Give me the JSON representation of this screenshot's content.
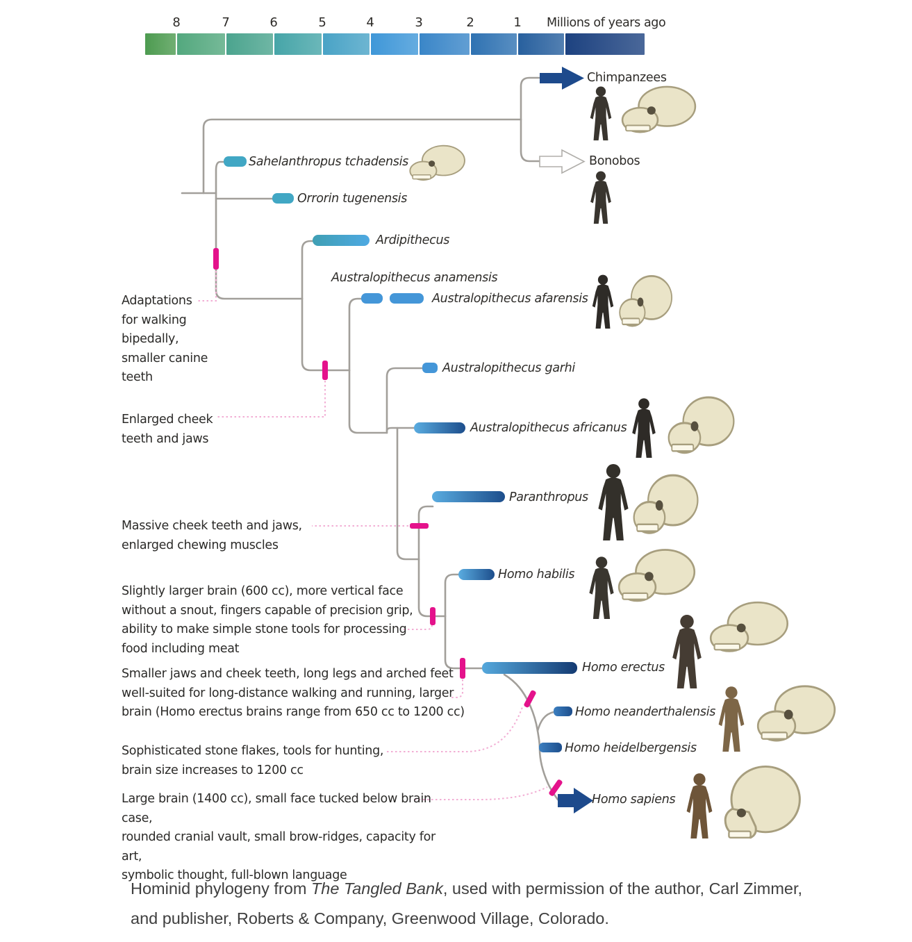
{
  "figure": {
    "timeline": {
      "title": "Millions of years ago",
      "tick_labels": [
        "8",
        "7",
        "6",
        "5",
        "4",
        "3",
        "2",
        "1"
      ],
      "segment_colors": [
        "#4d9b50",
        "#53a87e",
        "#4ba48e",
        "#46a5a8",
        "#49a3c6",
        "#3f97d8",
        "#3a86c8",
        "#2f72b2",
        "#28609e",
        "#1d4280"
      ]
    },
    "taxa": [
      {
        "name": "Chimpanzees"
      },
      {
        "name": "Bonobos"
      },
      {
        "name": "Sahelanthropus tchadensis"
      },
      {
        "name": "Orrorin tugenensis"
      },
      {
        "name": "Ardipithecus"
      },
      {
        "name": "Australopithecus anamensis"
      },
      {
        "name": "Australopithecus afarensis"
      },
      {
        "name": "Australopithecus garhi"
      },
      {
        "name": "Australopithecus africanus"
      },
      {
        "name": "Paranthropus"
      },
      {
        "name": "Homo habilis"
      },
      {
        "name": "Homo erectus"
      },
      {
        "name": "Homo neanderthalensis"
      },
      {
        "name": "Homo heidelbergensis"
      },
      {
        "name": "Homo sapiens"
      }
    ],
    "annotations": [
      "Adaptations\nfor walking\nbipedally,\nsmaller canine\nteeth",
      "Enlarged cheek\nteeth and jaws",
      "Massive cheek teeth and jaws,\nenlarged chewing muscles",
      "Slightly larger brain (600 cc), more vertical face\nwithout a snout, fingers capable of precision grip,\nability to make simple stone tools for processing\nfood including meat",
      "Smaller jaws and cheek teeth, long legs and arched feet\nwell-suited for long-distance walking and running, larger\nbrain (Homo erectus brains range from 650 cc to 1200 cc)",
      "Sophisticated stone flakes, tools for hunting,\nbrain size increases to 1200 cc",
      "Large brain (1400 cc), small face tucked below brain case,\nrounded cranial vault, small brow-ridges, capacity for art,\nsymbolic thought, full-blown language"
    ],
    "caption": {
      "prefix": "Hominid phylogeny from ",
      "work_title": "The Tangled Bank",
      "suffix": ", used with permission of the author, Carl Zimmer, and publisher, Roberts & Company, Greenwood Village, Colorado."
    },
    "colors": {
      "tree_line": "#a29f9a",
      "trait_tick_pink": "#e4128b",
      "leader_pink": "#f2aed4",
      "arrow_blue": "#1d4a8c",
      "bar_teal": "#41a7c4",
      "bar_blue": "#4496d8",
      "bar_dark_blue": "#1d4e8c",
      "skull_cream": "#eae4c8"
    }
  }
}
